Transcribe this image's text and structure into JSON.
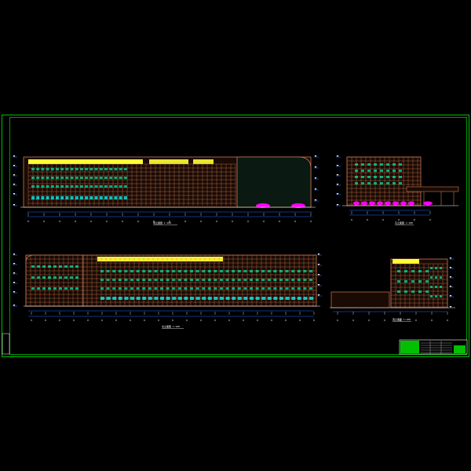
{
  "drawing": {
    "background": "#000000",
    "frame_color": "#00c000",
    "colors": {
      "brick": "#a0522d",
      "grid": "#c87850",
      "window": "#00e0a0",
      "cyan": "#00ffff",
      "yellow": "#ffff33",
      "magenta": "#ff00ff",
      "blue": "#1e6bff",
      "white": "#ffffff",
      "green": "#00c000"
    },
    "views": [
      {
        "id": "south-elevation",
        "caption": "南立面图 1:100"
      },
      {
        "id": "east-elevation",
        "caption": "东立面图 1:100"
      },
      {
        "id": "north-elevation",
        "caption": "北立面图 1:100"
      },
      {
        "id": "west-elevation",
        "caption": "西立面图 1:100"
      }
    ],
    "title_block": {
      "label": ""
    }
  }
}
